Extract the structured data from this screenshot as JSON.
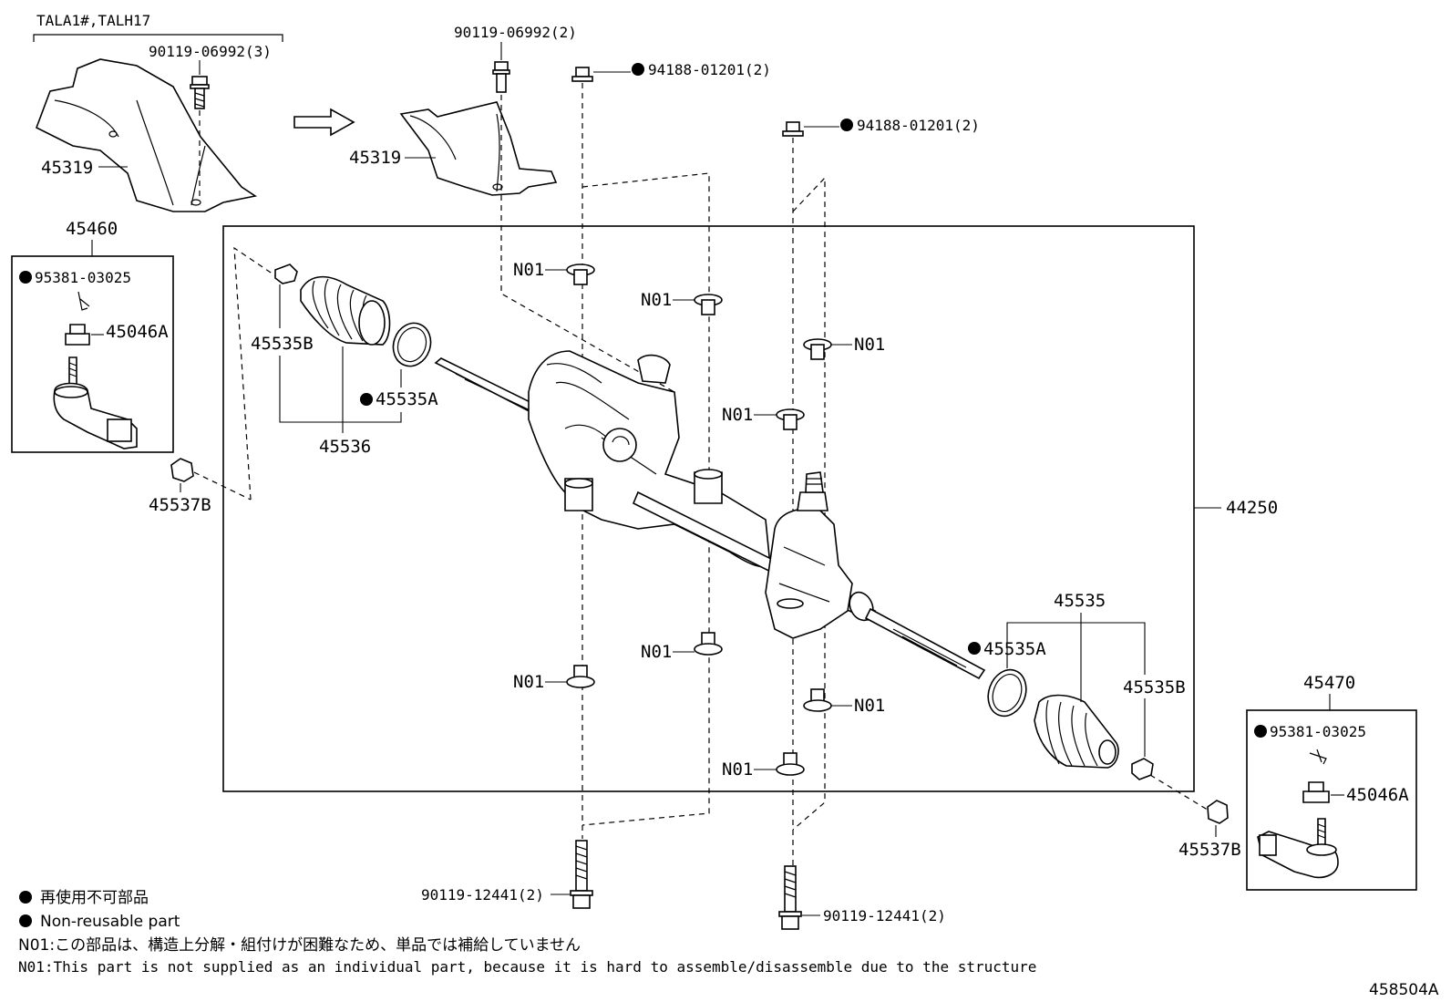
{
  "variant_label": "TALA1#,TALH17",
  "callouts": {
    "bolt_3": "90119-06992(3)",
    "bolt_2": "90119-06992(2)",
    "nut_left": "94188-01201(2)",
    "nut_right": "94188-01201(2)",
    "cover_left": "45319",
    "cover_right": "45319",
    "tie_rod_left": "45460",
    "tie_rod_right": "45470",
    "pin_left": "95381-03025",
    "pin_right": "95381-03025",
    "nut_45046a_left": "45046A",
    "nut_45046a_right": "45046A",
    "clip_b_left": "45535B",
    "clip_b_right": "45535B",
    "clip_a_left": "45535A",
    "clip_a_right": "45535A",
    "boot_left": "45536",
    "boot_right": "45535",
    "lock_left": "45537B",
    "lock_right": "45537B",
    "gear_assy": "44250",
    "bolt_lower_left": "90119-12441(2)",
    "bolt_lower_right": "90119-12441(2)",
    "n01": "N01"
  },
  "legend": {
    "jp": "再使用不可部品",
    "en": "Non-reusable part"
  },
  "notes": {
    "jp": "N01:この部品は、構造上分解・組付けが困難なため、単品では補給していません",
    "en": "N01:This part is not supplied as an individual part, because it is hard to assemble/disassemble due to the structure"
  },
  "figure_id": "458504A"
}
